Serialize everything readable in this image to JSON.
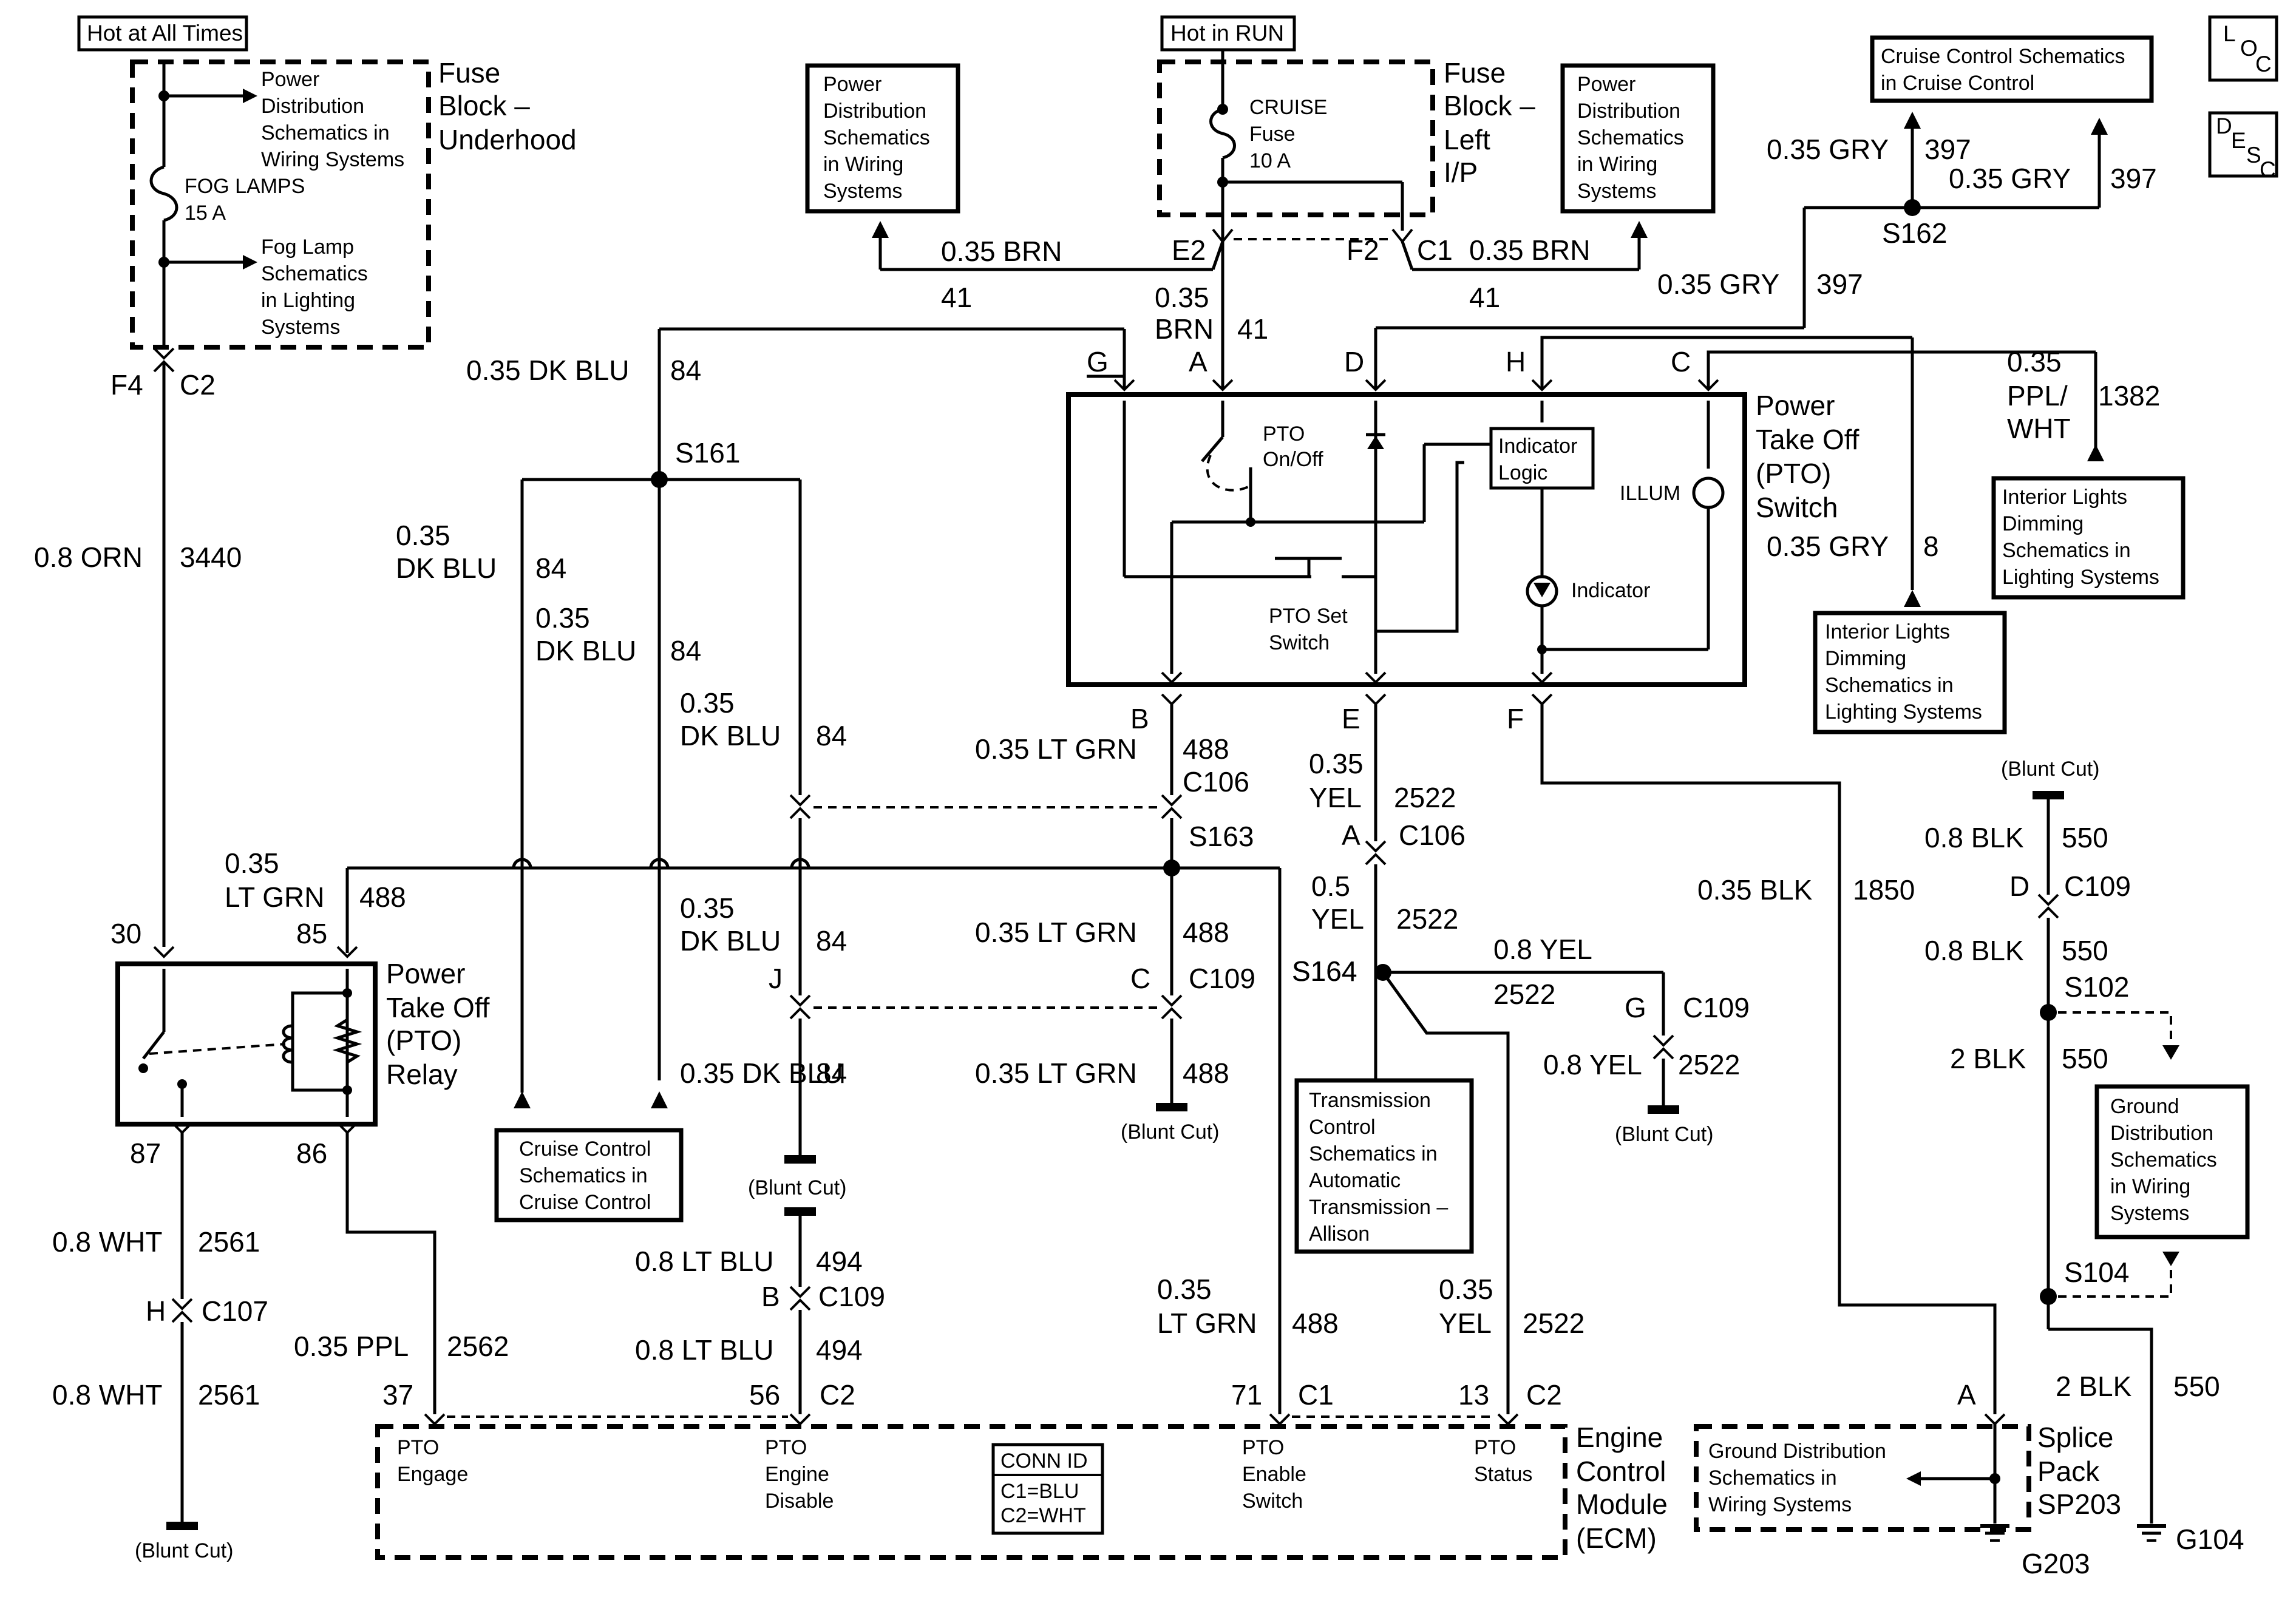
{
  "power": {
    "hot_all_times": "Hot at All Times",
    "hot_in_run": "Hot in RUN"
  },
  "fuse_block_underhood": {
    "title_lines": [
      "Fuse",
      "Block –",
      "Underhood"
    ],
    "power_dist_ref": [
      "Power",
      "Distribution",
      "Schematics in",
      "Wiring Systems"
    ],
    "fuse_lines": [
      "FOG LAMPS",
      "15 A"
    ],
    "fog_lamp_ref": [
      "Fog Lamp",
      "Schematics",
      "in Lighting",
      "Systems"
    ]
  },
  "fuse_block_ip": {
    "title_lines": [
      "Fuse",
      "Block –",
      "Left",
      "I/P"
    ],
    "fuse_lines": [
      "CRUISE",
      "Fuse",
      "10 A"
    ]
  },
  "ref_boxes": {
    "power_dist_left": [
      "Power",
      "Distribution",
      "Schematics",
      "in Wiring",
      "Systems"
    ],
    "power_dist_right": [
      "Power",
      "Distribution",
      "Schematics",
      "in Wiring",
      "Systems"
    ],
    "cruise_top": [
      "Cruise Control Schematics",
      "in Cruise Control"
    ],
    "interior_lights_upper": [
      "Interior Lights",
      "Dimming",
      "Schematics in",
      "Lighting Systems"
    ],
    "interior_lights_lower": [
      "Interior Lights",
      "Dimming",
      "Schematics in",
      "Lighting Systems"
    ],
    "cruise_bottom": [
      "Cruise Control",
      "Schematics in",
      "Cruise Control"
    ],
    "transmission": [
      "Transmission",
      "Control",
      "Schematics in",
      "Automatic",
      "Transmission –",
      "Allison"
    ],
    "ground_dist_right": [
      "Ground",
      "Distribution",
      "Schematics",
      "in Wiring",
      "Systems"
    ],
    "ground_dist_bottom": [
      "Ground Distribution",
      "Schematics in",
      "Wiring Systems"
    ]
  },
  "icons": {
    "loc": [
      "L",
      "O",
      "C"
    ],
    "desc": [
      "D",
      "E",
      "S",
      "C"
    ]
  },
  "pto_switch": {
    "title_lines": [
      "Power",
      "Take Off",
      "(PTO)",
      "Switch"
    ],
    "on_off": [
      "PTO",
      "On/Off"
    ],
    "set_switch": [
      "PTO Set",
      "Switch"
    ],
    "indicator_logic": [
      "Indicator",
      "Logic"
    ],
    "illum": "ILLUM",
    "indicator": "Indicator",
    "pins_top": [
      "G",
      "A",
      "D",
      "H",
      "C"
    ],
    "pins_bottom": [
      "B",
      "E",
      "F"
    ]
  },
  "pto_relay": {
    "title_lines": [
      "Power",
      "Take Off",
      "(PTO)",
      "Relay"
    ],
    "pins": [
      "30",
      "85",
      "87",
      "86"
    ]
  },
  "ecm": {
    "title_lines": [
      "Engine",
      "Control",
      "Module",
      "(ECM)"
    ],
    "pto_engage": [
      "PTO",
      "Engage"
    ],
    "pto_engine_disable": [
      "PTO",
      "Engine",
      "Disable"
    ],
    "pto_enable_switch": [
      "PTO",
      "Enable",
      "Switch"
    ],
    "pto_status": [
      "PTO",
      "Status"
    ],
    "conn_id": [
      "CONN ID",
      "C1=BLU",
      "C2=WHT"
    ],
    "pins": [
      {
        "pin": "37",
        "conn": ""
      },
      {
        "pin": "56",
        "conn": "C2"
      },
      {
        "pin": "71",
        "conn": "C1"
      },
      {
        "pin": "13",
        "conn": "C2"
      }
    ]
  },
  "splice_pack": [
    "Splice",
    "Pack",
    "SP203"
  ],
  "blunt_cut": "(Blunt Cut)",
  "splices": [
    "S161",
    "S162",
    "S163",
    "S164",
    "S102",
    "S104"
  ],
  "grounds": [
    "G203",
    "G104"
  ],
  "wire_labels": [
    "F4",
    "C2",
    "0.8 ORN",
    "3440",
    "0.35 DK BLU",
    "84",
    "0.35",
    "DK BLU",
    "84",
    "0.35",
    "DK BLU",
    "84",
    "0.35",
    "DK BLU",
    "84",
    "E2",
    "0.35 BRN",
    "41",
    "0.35",
    "BRN",
    "41",
    "F2",
    "C1",
    "0.35 BRN",
    "41",
    "0.35 GRY",
    "397",
    "0.35 GRY",
    "397",
    "0.35 GRY",
    "397",
    "0.35",
    "PPL/",
    "WHT",
    "1382",
    "0.35 GRY",
    "8",
    "0.35 LT GRN",
    "488",
    "C106",
    "0.35",
    "YEL",
    "2522",
    "A",
    "C106",
    "0.35",
    "LT GRN",
    "488",
    "30",
    "85",
    "0.35",
    "DK BLU",
    "84",
    "J",
    "0.35 LT GRN",
    "488",
    "C",
    "C109",
    "0.5",
    "YEL",
    "2522",
    "S164",
    "0.8 YEL",
    "2522",
    "G",
    "C109",
    "0.8 YEL",
    "2522",
    "0.35 BLK",
    "1850",
    "0.8 BLK",
    "550",
    "D",
    "C109",
    "0.8 BLK",
    "550",
    "2 BLK",
    "550",
    "0.35 DK BLU",
    "84",
    "0.35 LT GRN",
    "488",
    "87",
    "86",
    "0.8 WHT",
    "2561",
    "H",
    "C107",
    "0.35 PPL",
    "2562",
    "0.8 WHT",
    "2561",
    "0.8 LT BLU",
    "494",
    "B",
    "C109",
    "0.8 LT BLU",
    "494",
    "0.35",
    "LT GRN",
    "488",
    "0.35",
    "YEL",
    "2522",
    "2 BLK",
    "550",
    "A"
  ]
}
